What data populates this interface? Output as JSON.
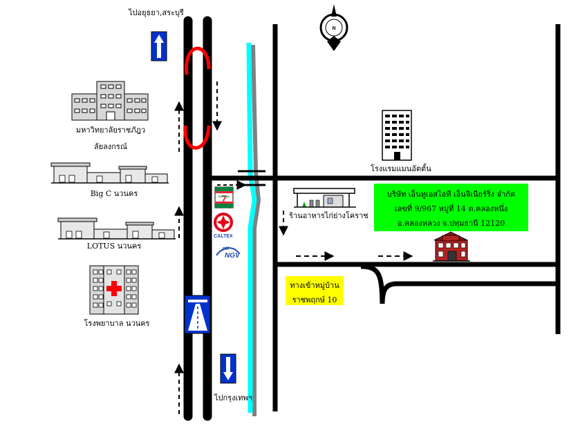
{
  "labels": {
    "to_ayutthaya": "ไปอยุธยา,สระบุรี",
    "university_line1": "มหาวิทยาลัยราชภัฎว",
    "university_line2": "ลัยลงกรณ์",
    "hotel": "โรงแรมแมนอัตตั้น",
    "bigc": "Big C นวนคร",
    "lotus": "LOTUS นวนคร",
    "restaurant": "ร้านอาหารไก่ย่างโคราช",
    "hospital": "โรงพยาบาล นวนคร",
    "to_bangkok": "ไปกรุงเทพฯ",
    "compass_n": "N"
  },
  "company": {
    "line1": "บริษัท เอ็นทูเอสไอที เอ็นจิเนียร์ริ่ง จำกัด",
    "line2": "เลขที่ 9/967 หมู่ที่ 14 ต.คลองหนึ่ง",
    "line3": "อ.คลองหลวง จ.ปทุมธานี  12120"
  },
  "village": {
    "line1": "ทางเข้าหมู่บ้าน",
    "line2": "ราชพฤกษ์ 10"
  },
  "logos": {
    "seven_eleven": "7",
    "seven_eleven_sub": "ELEVEN",
    "caltex": "CALTEX",
    "ptt": "ptt",
    "ngv": "NGV"
  },
  "colors": {
    "road": "#000000",
    "canal": "#00ffff",
    "canal_edge": "#808080",
    "uturn": "#ff0000",
    "sign_blue": "#0033cc",
    "company_bg": "#00ff00",
    "village_bg": "#ffff00",
    "building_gray": "#d8d8d8"
  },
  "icons": [
    "compass-icon",
    "up-arrow-sign-icon",
    "down-arrow-sign-icon",
    "motorway-sign-icon",
    "seven-eleven-logo-icon",
    "caltex-logo-icon",
    "ptt-ngv-logo-icon",
    "university-building-icon",
    "hotel-building-icon",
    "hospital-building-icon",
    "mall-building-icon",
    "restaurant-icon",
    "company-house-icon"
  ]
}
